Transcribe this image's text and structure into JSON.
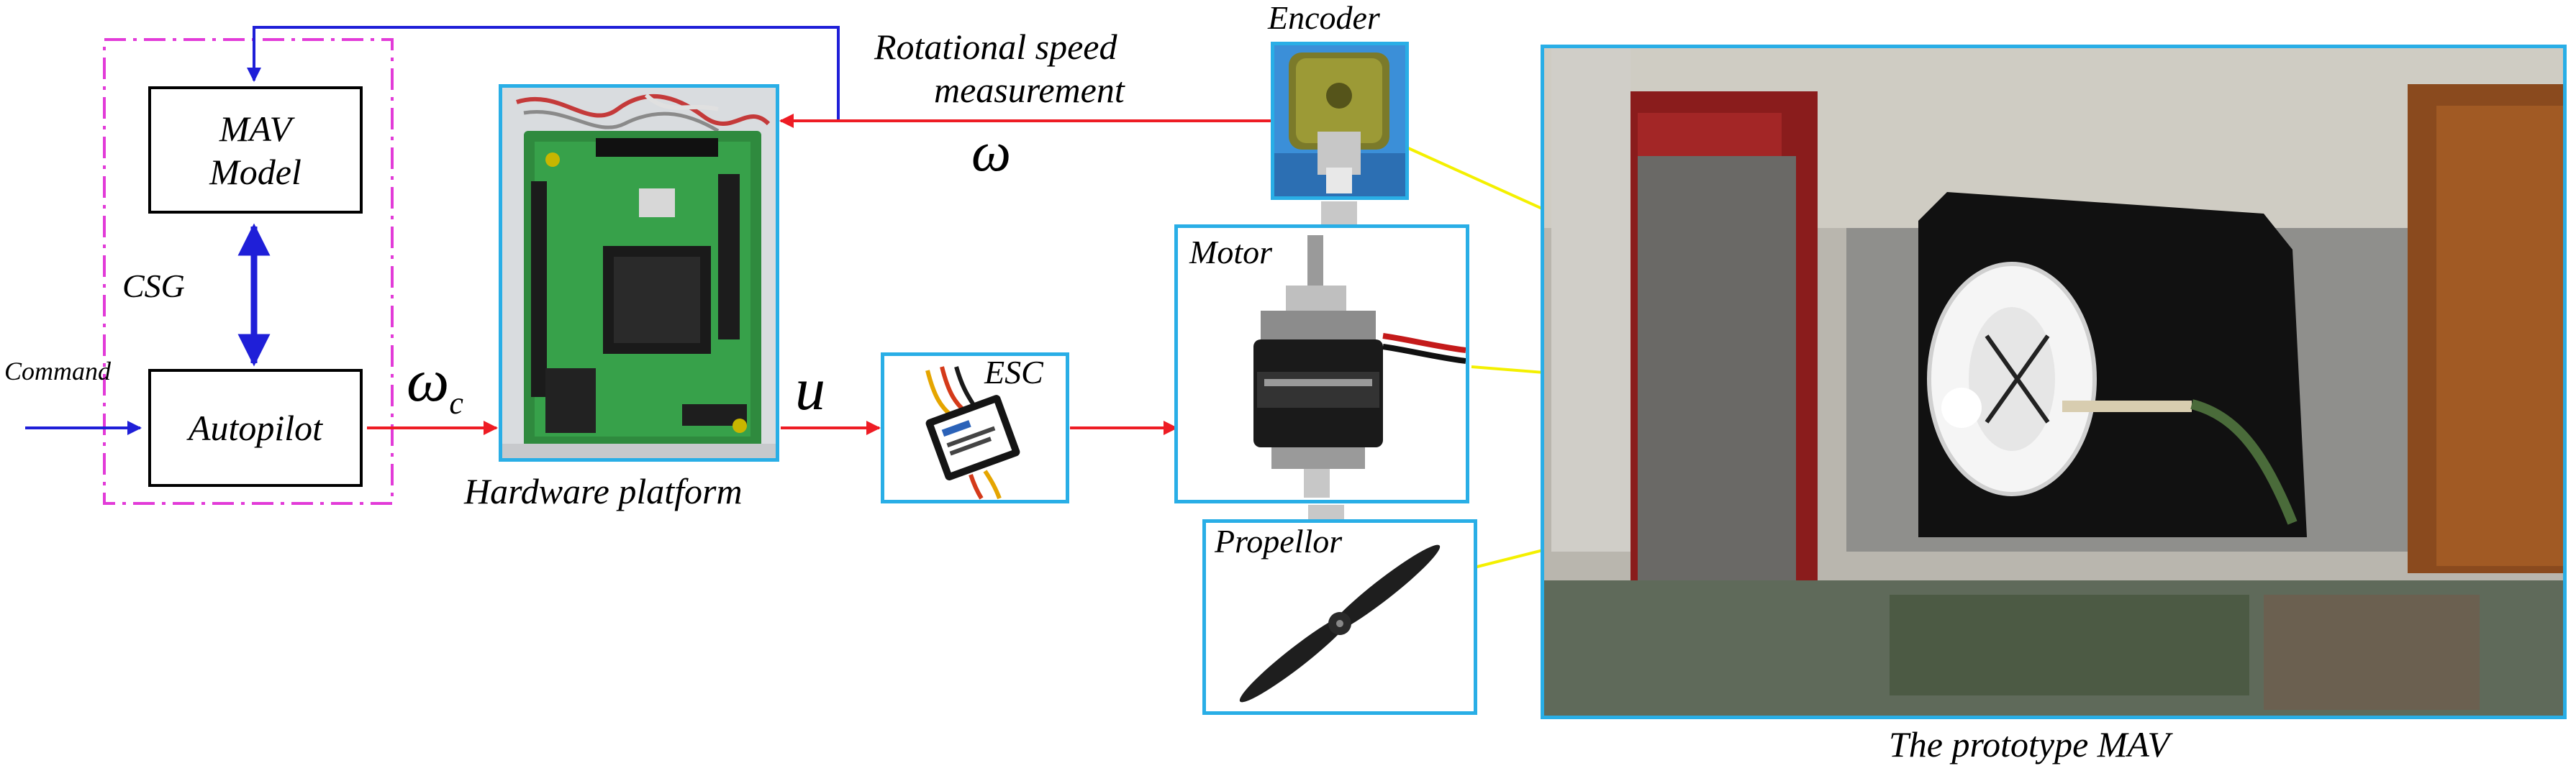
{
  "labels": {
    "mav_model": "MAV\nModel",
    "autopilot": "Autopilot",
    "csg": "CSG",
    "command": "Command",
    "omega_c": "ω",
    "omega_c_sub": "c",
    "hardware_platform": "Hardware platform",
    "u": "u",
    "esc": "ESC",
    "rotational_speed": "Rotational speed",
    "measurement": "measurement",
    "omega": "ω",
    "encoder": "Encoder",
    "motor": "Motor",
    "propellor": "Propellor",
    "prototype_mav": "The prototype MAV"
  },
  "colors": {
    "signal_red": "#ee1c24",
    "feedback_blue": "#1f1fd8",
    "photo_border": "#29aee6",
    "csg_border": "#e23bd8",
    "callout_yellow": "#f4f000"
  }
}
